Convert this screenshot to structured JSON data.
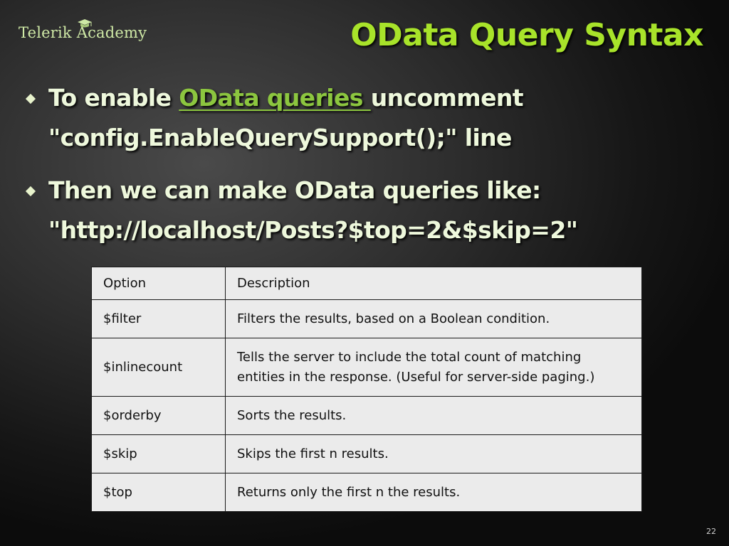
{
  "header": {
    "logo_text": "Telerik Academy",
    "title": "OData Query Syntax"
  },
  "bullets": [
    {
      "line1_before": "To enable ",
      "link_text": "OData queries ",
      "line1_after": "uncomment",
      "line2": "\"config.EnableQuerySupport();\" line"
    },
    {
      "line1": "Then we can make OData queries like:",
      "line2": "\"http://localhost/Posts?$top=2&$skip=2\""
    }
  ],
  "table": {
    "headers": [
      "Option",
      "Description"
    ],
    "rows": [
      {
        "option": "$filter",
        "description": "Filters the results, based on a Boolean condition."
      },
      {
        "option": "$inlinecount",
        "description": "Tells the server to include the total count of matching entities in the response. (Useful for server-side paging.)"
      },
      {
        "option": "$orderby",
        "description": "Sorts the results."
      },
      {
        "option": "$skip",
        "description": "Skips the first n results."
      },
      {
        "option": "$top",
        "description": "Returns only the first n the results."
      }
    ]
  },
  "footer": {
    "page_number": "22"
  },
  "colors": {
    "title": "#a8e32a",
    "link": "#8cc63f",
    "text": "#eef8dc",
    "table_bg": "#ebebeb"
  }
}
